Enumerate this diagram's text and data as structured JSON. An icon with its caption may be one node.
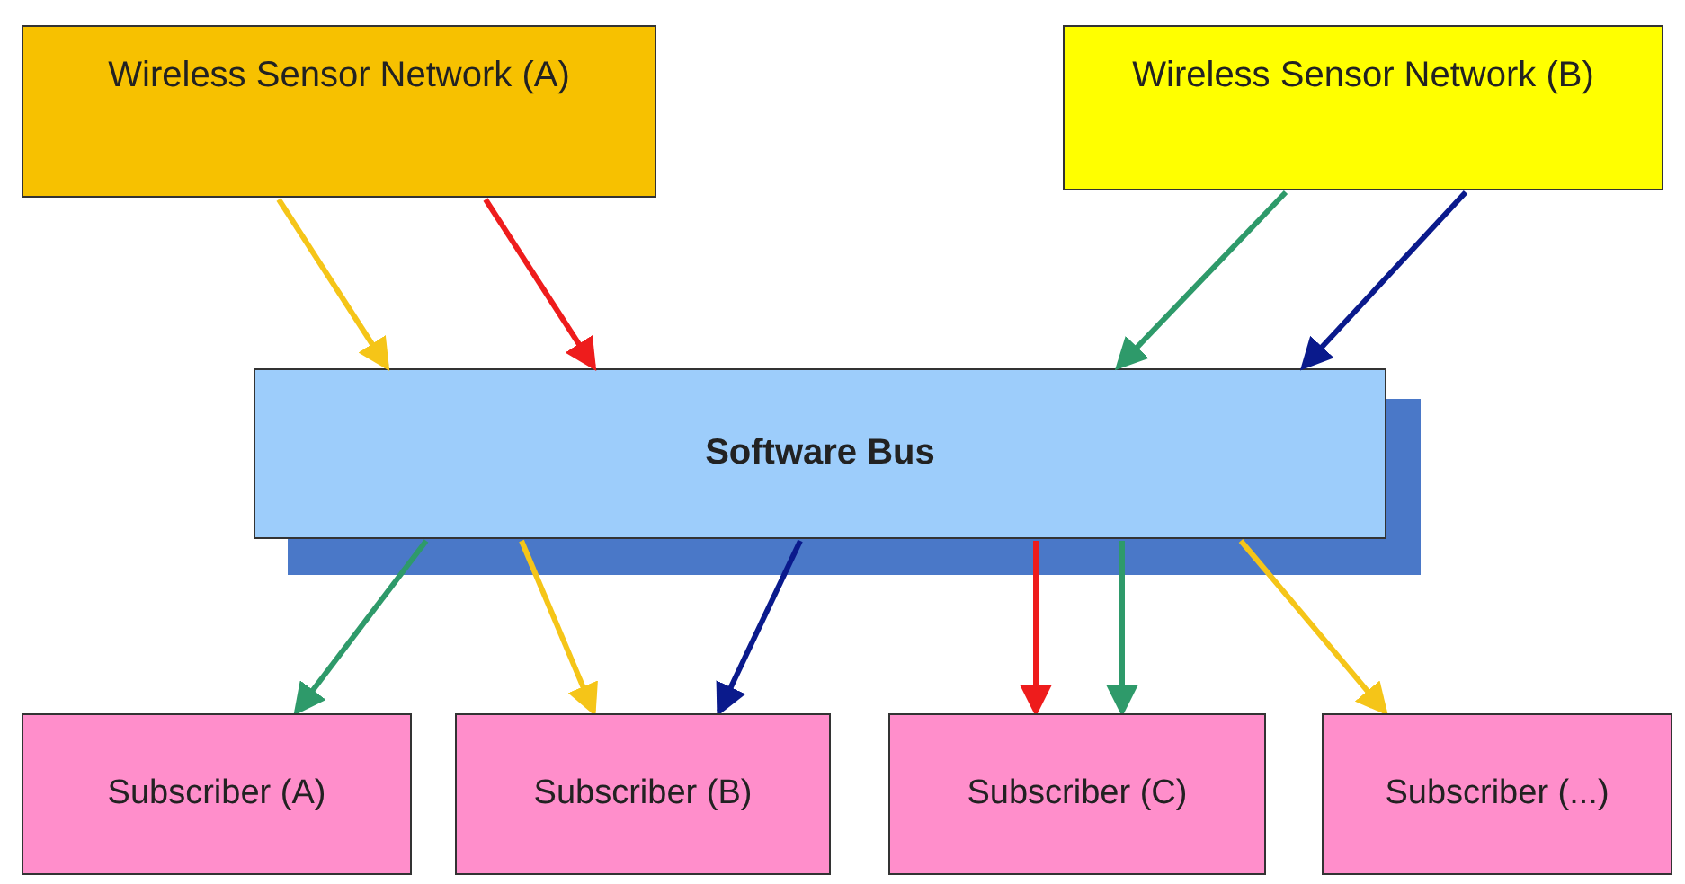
{
  "diagram": {
    "nodes": [
      {
        "text": [
          "Wireless Sensor Network (A)"
        ]
      },
      {
        "text": [
          "Wireless Sensor Network (B)"
        ]
      },
      {
        "text": [
          "Software Bus"
        ]
      },
      {
        "text": [
          "Subscriber (A)"
        ]
      },
      {
        "text": [
          "Subscriber (B)"
        ]
      },
      {
        "text": [
          "Subscriber (C)"
        ]
      },
      {
        "text": [
          "Subscriber (...)"
        ]
      }
    ],
    "edges": [
      {
        "from": 0,
        "to": 2,
        "arrow": "to",
        "color": "#f5c518"
      },
      {
        "from": 0,
        "to": 2,
        "arrow": "to",
        "color": "#ee1c1c"
      },
      {
        "from": 1,
        "to": 2,
        "arrow": "to",
        "color": "#2e9a6a"
      },
      {
        "from": 1,
        "to": 2,
        "arrow": "to",
        "color": "#0a1a8c"
      },
      {
        "from": 2,
        "to": 3,
        "arrow": "to",
        "color": "#2e9a6a"
      },
      {
        "from": 2,
        "to": 4,
        "arrow": "to",
        "color": "#f5c518"
      },
      {
        "from": 2,
        "to": 4,
        "arrow": "to",
        "color": "#0a1a8c"
      },
      {
        "from": 2,
        "to": 5,
        "arrow": "to",
        "color": "#ee1c1c"
      },
      {
        "from": 2,
        "to": 5,
        "arrow": "to",
        "color": "#2e9a6a"
      },
      {
        "from": 2,
        "to": 6,
        "arrow": "to",
        "color": "#f5c518"
      }
    ]
  }
}
